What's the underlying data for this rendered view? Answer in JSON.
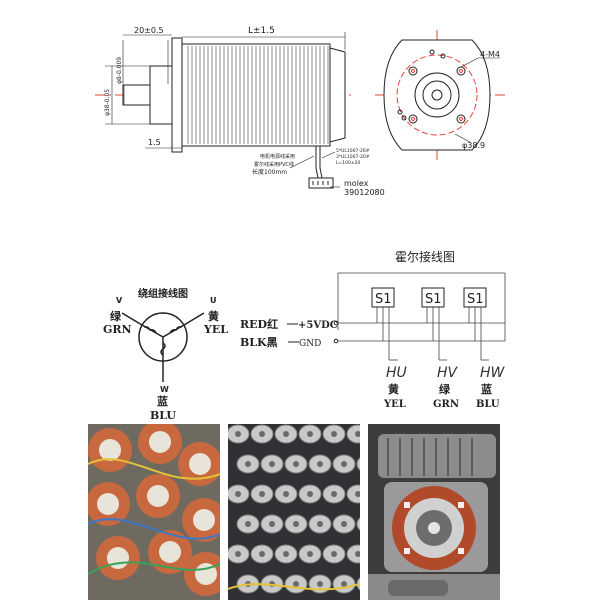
{
  "drawing": {
    "dim_shaft_length": "20±0.5",
    "dim_body_length": "L±1.5",
    "dim_shaft_dia": "φ8-0.009",
    "dim_pilot_dia": "φ38-0.05",
    "dim_flange_thk": "1.5",
    "dim_bolt_circle": "φ38.9",
    "dim_holes": "4-M4",
    "wire_note_1": "电机电源线采用",
    "wire_note_2": "霍尔线采用PVC线",
    "wire_note_3": "长度100mm",
    "wire_spec_1": "5*UL1007-26#",
    "wire_spec_2": "3*UL1007-20#",
    "wire_spec_3": "L=100±20",
    "conn_brand": "molex",
    "conn_part": "39012080"
  },
  "winding": {
    "title": "绕组接线图",
    "v_letter": "V",
    "v_cn": "绿",
    "v_en": "GRN",
    "u_letter": "U",
    "u_cn": "黄",
    "u_en": "YEL",
    "w_letter": "W",
    "w_cn": "蓝",
    "w_en": "BLU"
  },
  "hall": {
    "title": "霍尔接线图",
    "sensors": [
      "S1",
      "S1",
      "S1"
    ],
    "red_label": "RED红",
    "red_value": "+5VDC",
    "blk_label": "BLK黑",
    "blk_value": "GND",
    "outputs": [
      {
        "name": "HU",
        "cn": "黄",
        "en": "YEL"
      },
      {
        "name": "HV",
        "cn": "绿",
        "en": "GRN"
      },
      {
        "name": "HW",
        "cn": "蓝",
        "en": "BLU"
      }
    ]
  },
  "colors": {
    "line": "#222222",
    "red_dash": "#e0443a",
    "copper": "#c8683e",
    "metal": "#b9b9b9"
  }
}
